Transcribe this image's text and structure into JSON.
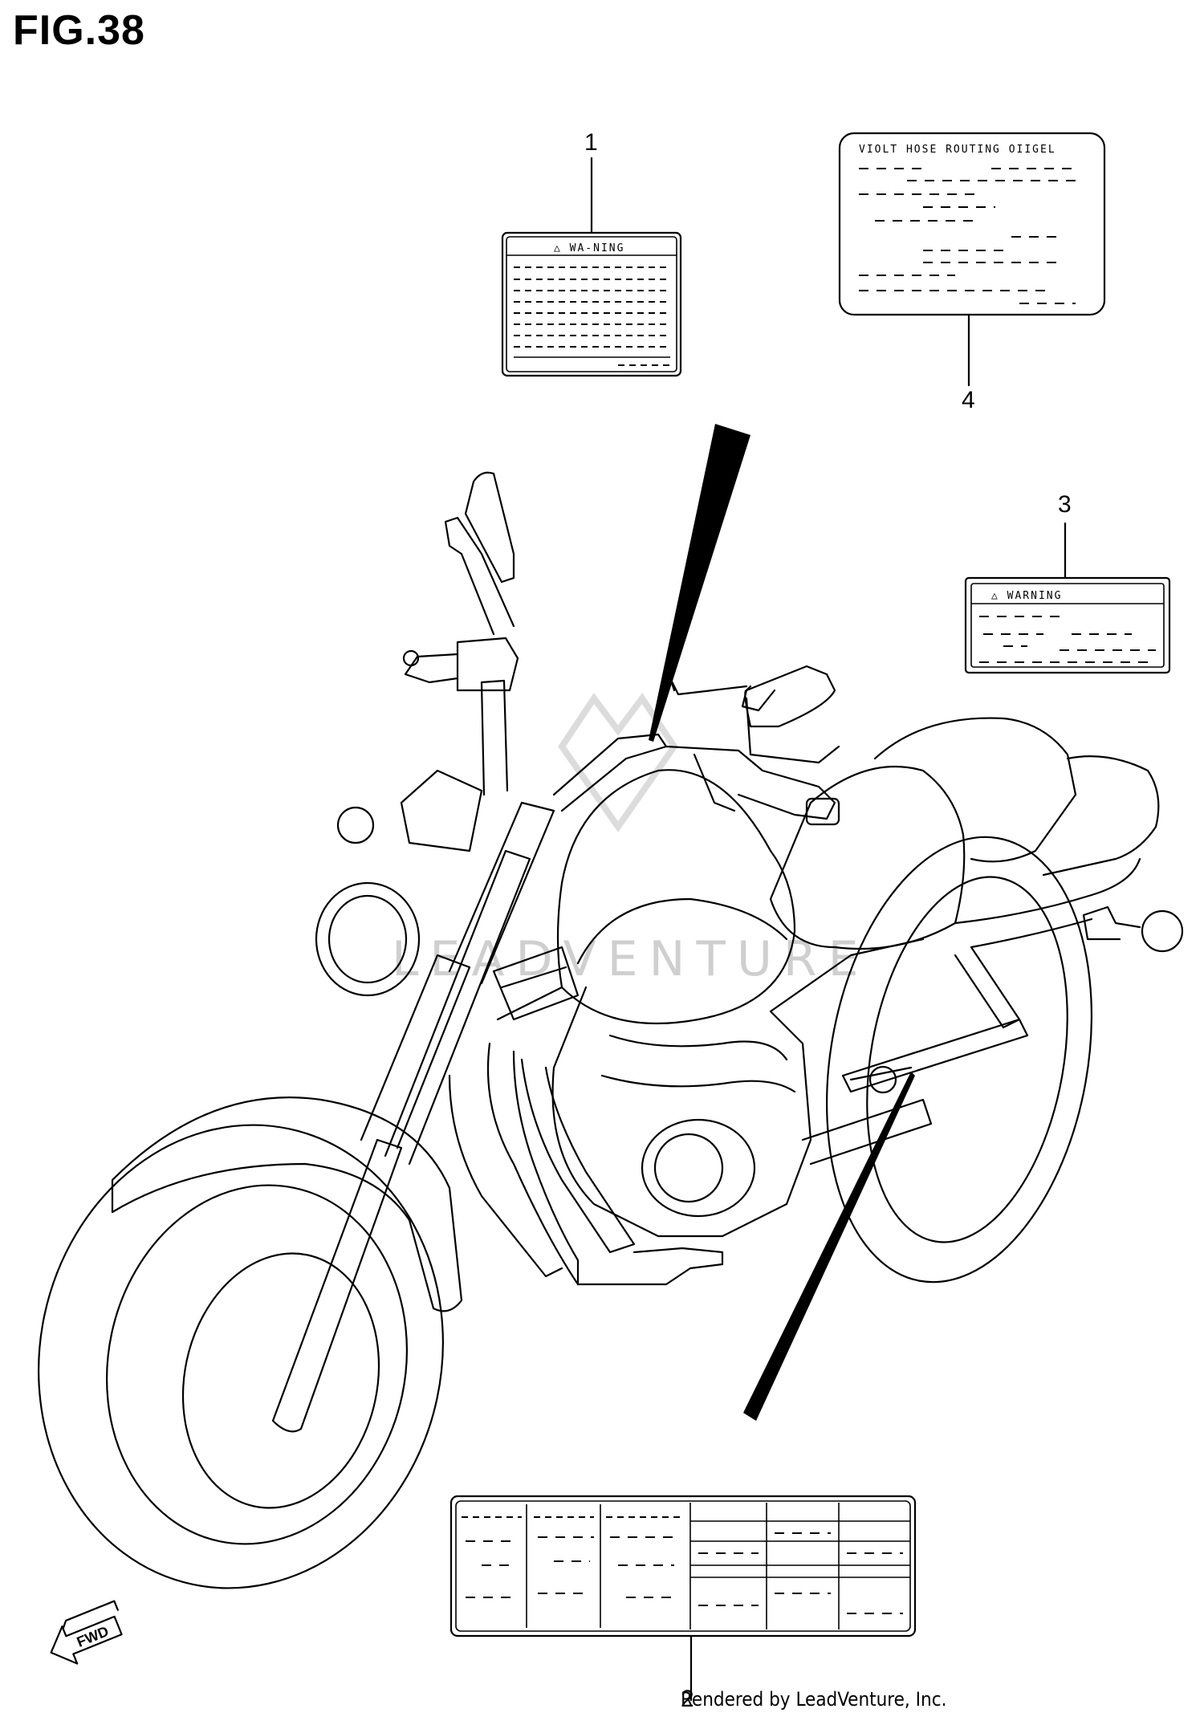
{
  "figure": {
    "title": "FIG.38"
  },
  "callouts": {
    "c1": "1",
    "c2": "2",
    "c3": "3",
    "c4": "4"
  },
  "labels": {
    "label1_header": "△ WA-NING",
    "label3_header": "△ WARNING",
    "label4_header": "VIOLT HOSE ROUTING OIIGEL"
  },
  "direction_arrow": "FWD",
  "watermark": "LEADVENTURE",
  "credit": "Rendered by LeadVenture, Inc.",
  "colors": {
    "ink": "#000000",
    "paper": "#ffffff",
    "watermark": "#cfcfcf"
  }
}
